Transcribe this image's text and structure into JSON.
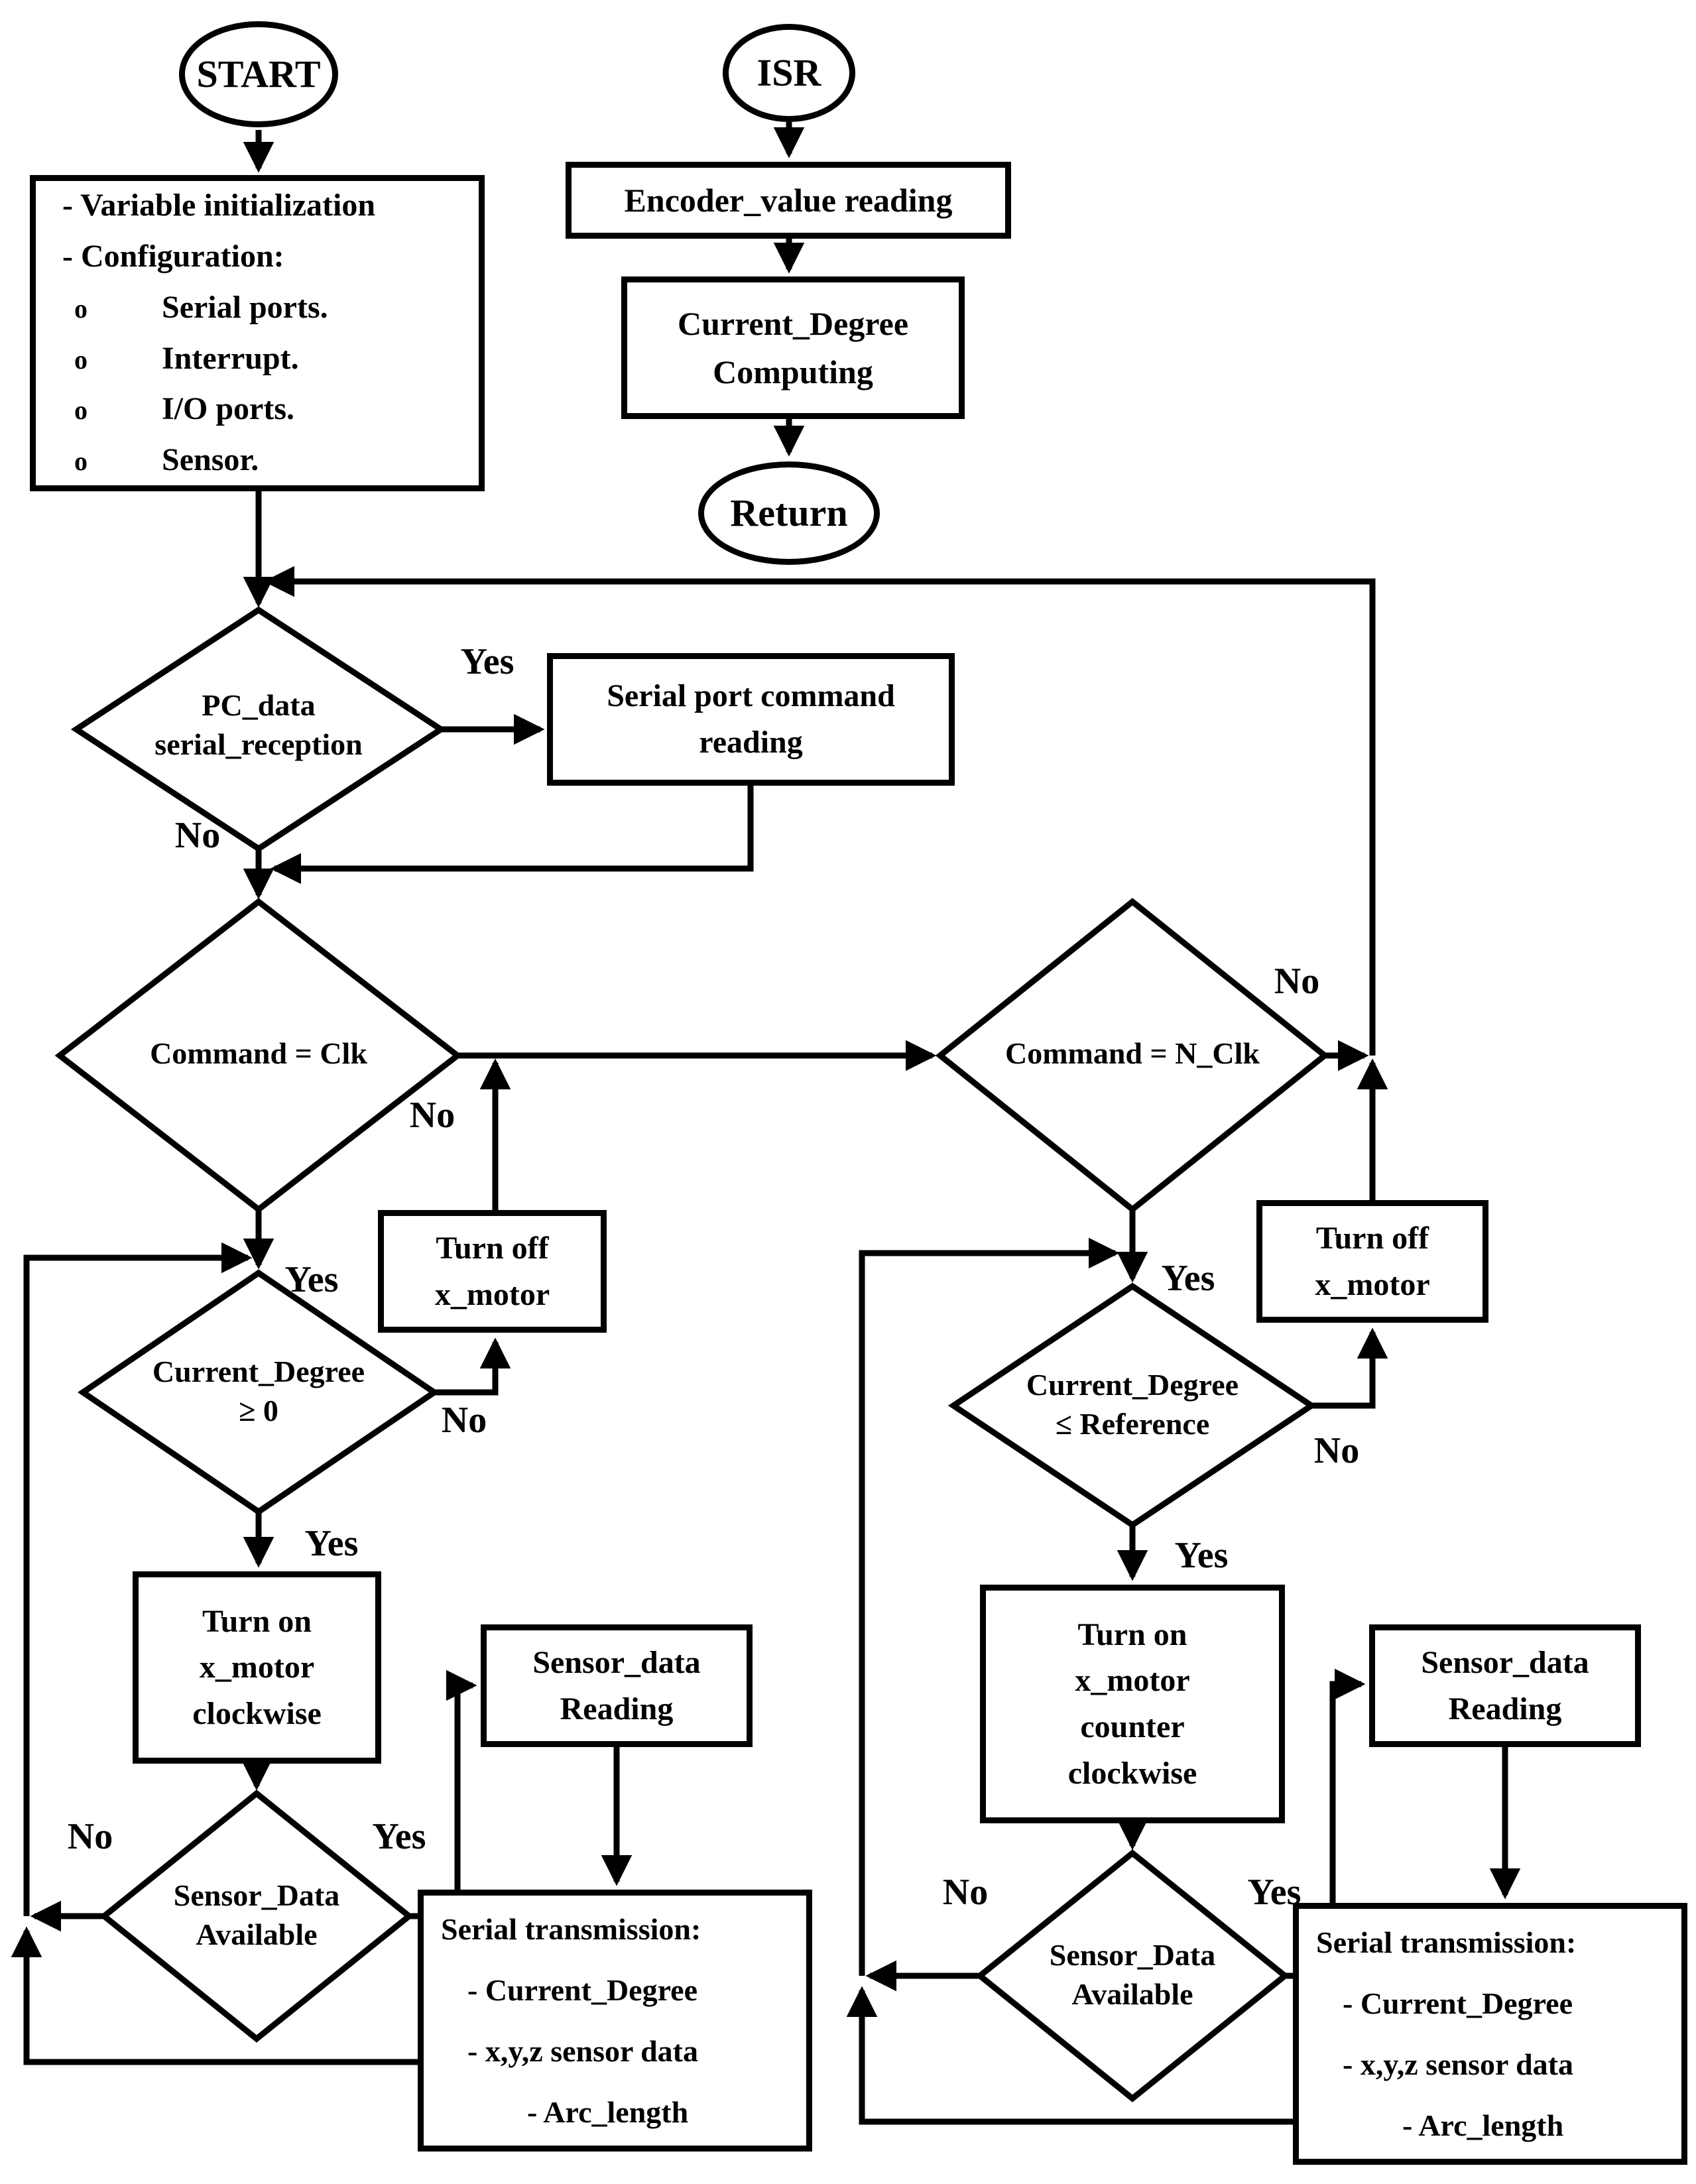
{
  "labels": {
    "yes": "Yes",
    "no": "No"
  },
  "left_flow": {
    "start": "START",
    "init": {
      "line1": "- Variable initialization",
      "line2": "- Configuration:",
      "bullet_glyph": "o",
      "bullets": [
        "Serial ports.",
        "Interrupt.",
        "I/O ports.",
        "Sensor."
      ]
    },
    "pc_decision": {
      "line1": "PC_data",
      "line2": "serial_reception"
    },
    "serial_cmd": {
      "line1": "Serial port command",
      "line2": "reading"
    },
    "clk_decision": {
      "line1": "Command = Clk"
    },
    "turn_off": {
      "line1": "Turn off",
      "line2": "x_motor"
    },
    "degree_decision": {
      "line1": "Current_Degree",
      "line2": "≥ 0"
    },
    "turn_on": {
      "line1": "Turn on",
      "line2": "x_motor",
      "line3": "clockwise"
    },
    "sensor_decision": {
      "line1": "Sensor_Data",
      "line2": "Available"
    },
    "sensor_read": {
      "line1": "Sensor_data",
      "line2": "Reading"
    },
    "serial_trans": {
      "title": "Serial transmission:",
      "items": [
        "- Current_Degree",
        "- x,y,z sensor data",
        "- Arc_length"
      ]
    }
  },
  "isr_flow": {
    "isr": "ISR",
    "encoder": "Encoder_value reading",
    "compute": {
      "line1": "Current_Degree",
      "line2": "Computing"
    },
    "return": "Return"
  },
  "right_flow": {
    "nclk_decision": {
      "line1": "Command = N_Clk"
    },
    "turn_off": {
      "line1": "Turn off",
      "line2": "x_motor"
    },
    "degree_decision": {
      "line1": "Current_Degree",
      "line2": "≤ Reference"
    },
    "turn_on": {
      "line1": "Turn on",
      "line2": "x_motor",
      "line3": "counter",
      "line4": "clockwise"
    },
    "sensor_decision": {
      "line1": "Sensor_Data",
      "line2": "Available"
    },
    "sensor_read": {
      "line1": "Sensor_data",
      "line2": "Reading"
    },
    "serial_trans": {
      "title": "Serial transmission:",
      "items": [
        "- Current_Degree",
        "- x,y,z sensor data",
        "- Arc_length"
      ]
    }
  },
  "colors": {
    "ink": "#000000",
    "background": "#ffffff"
  }
}
